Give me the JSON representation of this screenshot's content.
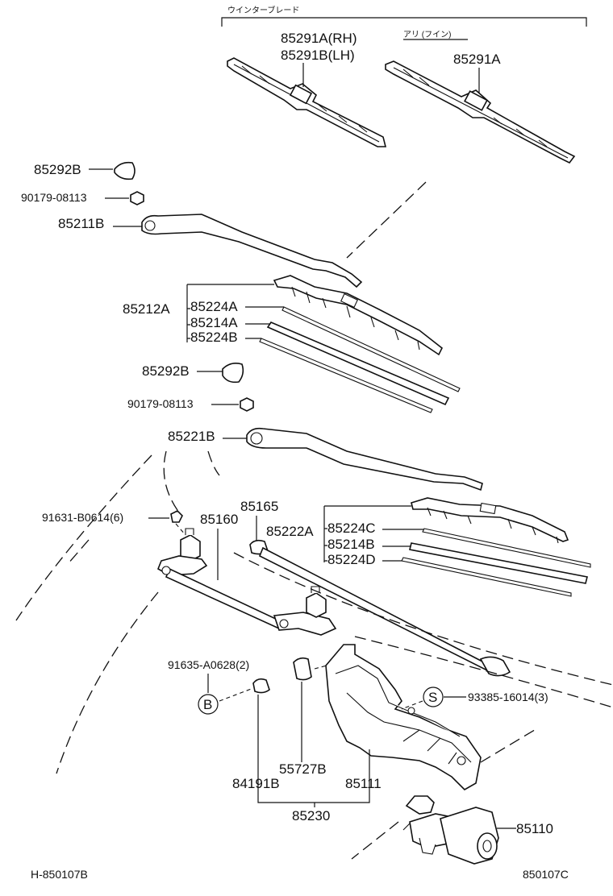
{
  "header": {
    "group_label": "ウインターブレード",
    "assy_label": "アリ (フイン)"
  },
  "labels": {
    "blade_rh": "85291A(RH)",
    "blade_lh": "85291B(LH)",
    "blade_assy": "85291A",
    "cap_upper": "85292B",
    "nut_upper": "90179-08113",
    "arm_lh": "85211B",
    "blade_group_a": "85212A",
    "rubber_224a": "85224A",
    "rubber_214a": "85214A",
    "rubber_224b": "85224B",
    "cap_lower": "85292B",
    "nut_lower": "90179-08113",
    "arm_rh": "85221B",
    "washer": "91631-B0614(6)",
    "link_85160": "85160",
    "link_85165": "85165",
    "blade_group_b": "85222A",
    "rubber_224c": "85224C",
    "rubber_214b": "85214B",
    "rubber_224d": "85224D",
    "bolt_b": "91635-A0628(2)",
    "marker_b": "B",
    "marker_s": "S",
    "screw_s": "93385-16014(3)",
    "grommet": "55727B",
    "bushing": "84191B",
    "bracket": "85111",
    "kit": "85230",
    "motor": "85110",
    "footer_left": "H-850107B",
    "footer_right": "850107C"
  }
}
